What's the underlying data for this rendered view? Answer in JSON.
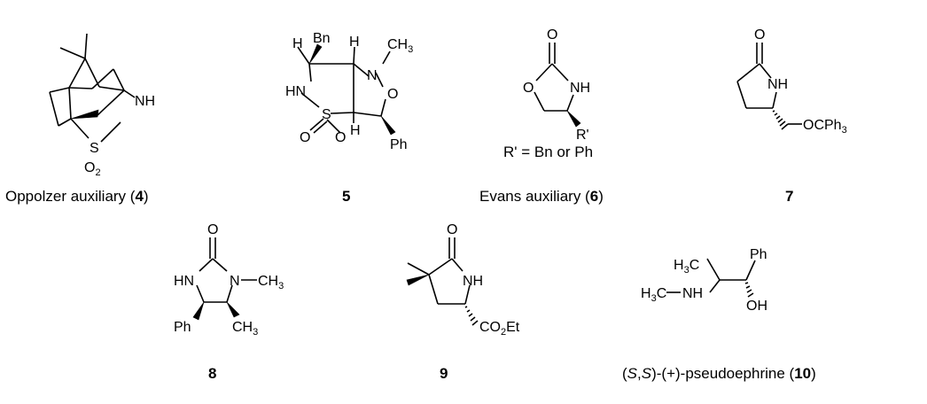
{
  "compounds": [
    {
      "id": "4",
      "caption_prefix": "Oppolzer auxiliary (",
      "number": "4",
      "caption_suffix": ")",
      "atoms": {
        "nh": "NH",
        "s": "S",
        "o2_main": "O",
        "o2_sub": "2"
      }
    },
    {
      "id": "5",
      "number": "5",
      "atoms": {
        "h_tl": "H",
        "bn": "Bn",
        "h_tr": "H",
        "n": "N",
        "ch3_main": "CH",
        "ch3_sub": "3",
        "hn": "HN",
        "o_ring": "O",
        "s": "S",
        "o_a": "O",
        "o_b": "O",
        "h_bl": "H",
        "ph": "Ph"
      }
    },
    {
      "id": "6",
      "caption_prefix": "Evans auxiliary (",
      "number": "6",
      "caption_suffix": ")",
      "atoms": {
        "o_carbonyl": "O",
        "o_ring": "O",
        "nh": "NH",
        "r": "R'"
      },
      "note": "R' = Bn or Ph"
    },
    {
      "id": "7",
      "number": "7",
      "atoms": {
        "o_carbonyl": "O",
        "nh": "NH",
        "ocph_main": "OCPh",
        "ocph_sub": "3"
      }
    },
    {
      "id": "8",
      "number": "8",
      "atoms": {
        "o_carbonyl": "O",
        "hn": "HN",
        "n": "N",
        "ch3_main": "CH",
        "ch3_sub": "3",
        "ph": "Ph",
        "ch3b_main": "CH",
        "ch3b_sub": "3"
      }
    },
    {
      "id": "9",
      "number": "9",
      "atoms": {
        "o_carbonyl": "O",
        "nh": "NH",
        "co2et_a": "CO",
        "co2et_sub": "2",
        "co2et_b": "Et"
      }
    },
    {
      "id": "10",
      "caption_open": "(",
      "caption_s1": "S",
      "caption_comma": ",",
      "caption_s2": "S",
      "caption_mid": ")-(+)-pseudoephrine (",
      "number": "10",
      "caption_suffix": ")",
      "atoms": {
        "h3c_top": "H",
        "h3c_top_sub": "3",
        "h3c_top_c": "C",
        "ph": "Ph",
        "h3c_bot": "H",
        "h3c_bot_sub": "3",
        "h3c_bot_c": "C",
        "nh": "NH",
        "oh": "OH"
      }
    }
  ]
}
